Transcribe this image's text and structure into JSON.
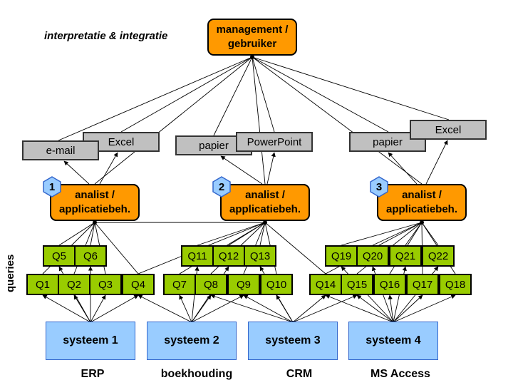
{
  "top": {
    "caption": "interpretatie & integratie",
    "management_line1": "management /",
    "management_line2": "gebruiker"
  },
  "outputs": {
    "email": "e-mail",
    "excel_1": "Excel",
    "papier_1": "papier",
    "powerpoint": "PowerPoint",
    "papier_2": "papier",
    "excel_2": "Excel"
  },
  "analysts": [
    {
      "number": "1",
      "line1": "analist /",
      "line2": "applicatiebeh."
    },
    {
      "number": "2",
      "line1": "analist /",
      "line2": "applicatiebeh."
    },
    {
      "number": "3",
      "line1": "analist /",
      "line2": "applicatiebeh."
    }
  ],
  "queries_label": "queries",
  "queries": {
    "upper": [
      "Q5",
      "Q6",
      "Q11",
      "Q12",
      "Q13",
      "Q19",
      "Q20",
      "Q21",
      "Q22"
    ],
    "lower": [
      "Q1",
      "Q2",
      "Q3",
      "Q4",
      "Q7",
      "Q8",
      "Q9",
      "Q10",
      "Q14",
      "Q15",
      "Q16",
      "Q17",
      "Q18"
    ]
  },
  "systems": [
    {
      "name": "systeem 1",
      "type": "ERP"
    },
    {
      "name": "systeem 2",
      "type": "boekhouding"
    },
    {
      "name": "systeem 3",
      "type": "CRM"
    },
    {
      "name": "systeem 4",
      "type": "MS Access"
    }
  ],
  "colors": {
    "orange": "#ff9900",
    "gray": "#c0c0c0",
    "green": "#99cc00",
    "blue": "#99ccff",
    "badge": "#99ccff",
    "line": "#000000"
  }
}
